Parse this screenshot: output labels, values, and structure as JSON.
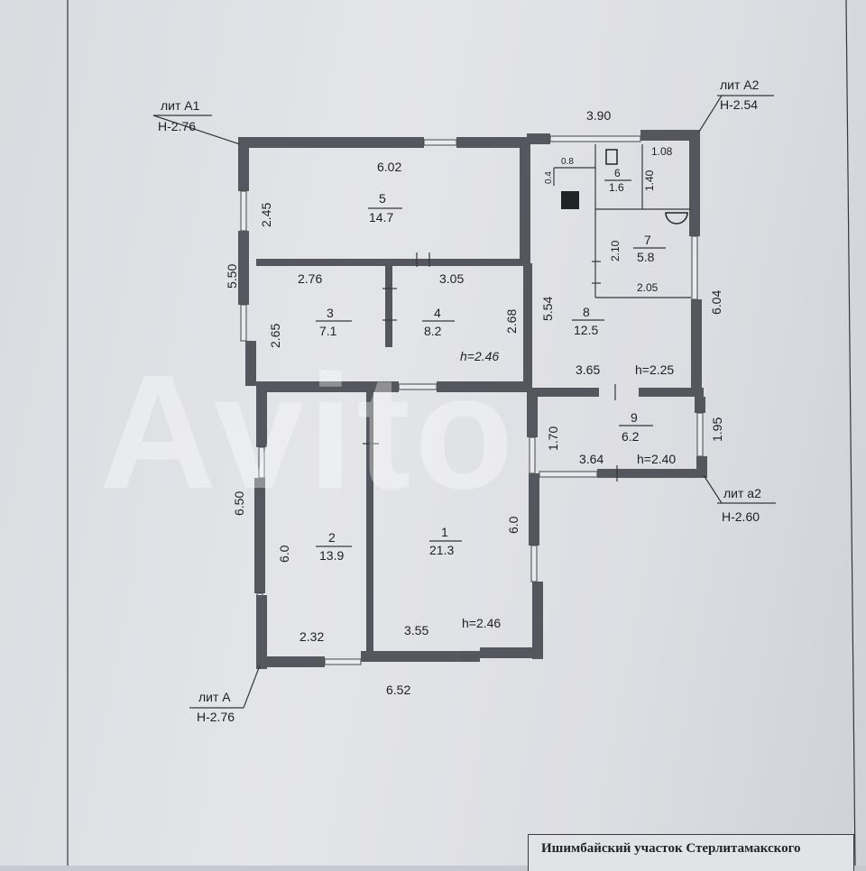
{
  "labels": {
    "lit_a1": "лит А1",
    "h_a1": "Н-2.76",
    "lit_a2": "лит А2",
    "h_a2": "Н-2.54",
    "lit_a": "лит А",
    "h_a": "Н-2.76",
    "lit_a2_small": "лит а2",
    "h_a2_small": "Н-2.60"
  },
  "rooms": [
    {
      "num": "5",
      "area": "14.7"
    },
    {
      "num": "3",
      "area": "7.1"
    },
    {
      "num": "4",
      "area": "8.2"
    },
    {
      "num": "2",
      "area": "13.9"
    },
    {
      "num": "1",
      "area": "21.3"
    },
    {
      "num": "6",
      "area": "1.6"
    },
    {
      "num": "7",
      "area": "5.8"
    },
    {
      "num": "8",
      "area": "12.5"
    },
    {
      "num": "9",
      "area": "6.2"
    }
  ],
  "dims": {
    "d_602": "6.02",
    "d_390": "3.90",
    "d_108": "1.08",
    "d_08": "0.8",
    "d_04": "0.4",
    "d_140": "1.40",
    "d_245": "2.45",
    "d_550": "5.50",
    "d_276": "2.76",
    "d_305": "3.05",
    "d_265": "2.65",
    "d_268": "2.68",
    "d_554": "5.54",
    "d_210": "2.10",
    "d_205": "2.05",
    "d_604": "6.04",
    "d_365": "3.65",
    "d_170": "1.70",
    "d_195": "1.95",
    "d_364": "3.64",
    "d_650": "6.50",
    "d_60a": "6.0",
    "d_60b": "6.0",
    "d_232": "2.32",
    "d_355": "3.55",
    "d_652": "6.52"
  },
  "heights": {
    "h_rooms34": "h=2.46",
    "h_room8": "h=2.25",
    "h_room9": "h=2.40",
    "h_rooms12": "h=2.46"
  },
  "footer": {
    "stamp": "Ишимбайский участок Стерлитамакского"
  },
  "watermark": "Avito"
}
